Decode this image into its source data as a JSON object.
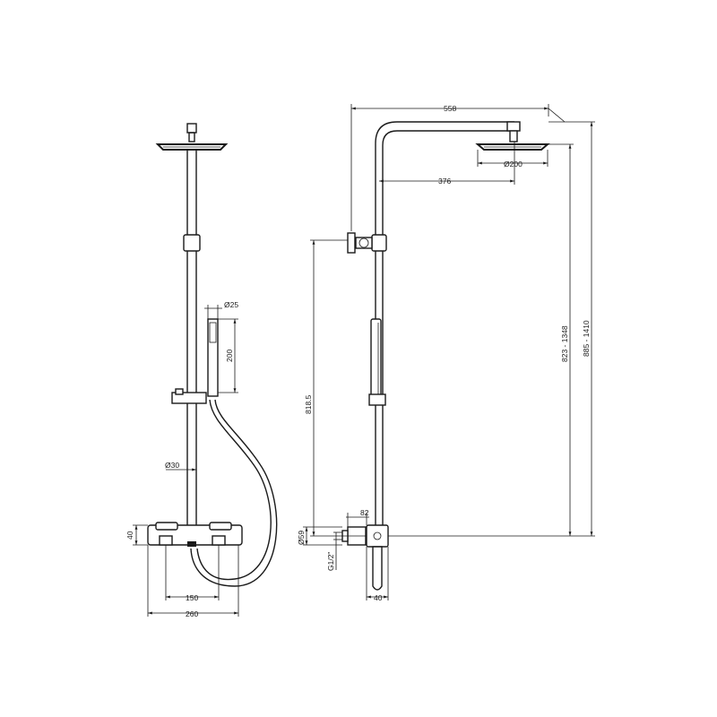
{
  "diagram": {
    "front_view": {
      "dim_hand_shower_diameter": "Ø25",
      "dim_hand_shower_length": "200",
      "dim_riser_diameter": "Ø30",
      "dim_valve_height": "40",
      "dim_valve_centres": "150",
      "dim_valve_width": "260"
    },
    "side_view": {
      "dim_arm_projection": "558",
      "dim_head_diameter": "Ø200",
      "dim_arm_to_head": "376",
      "dim_bracket_height": "818.5",
      "dim_valve_projection": "82",
      "dim_valve_diameter": "Ø59",
      "dim_inlet_thread": "G1/2\"",
      "dim_valve_depth": "40",
      "dim_height_range_1": "823 - 1348",
      "dim_height_range_2": "885 - 1410"
    }
  }
}
